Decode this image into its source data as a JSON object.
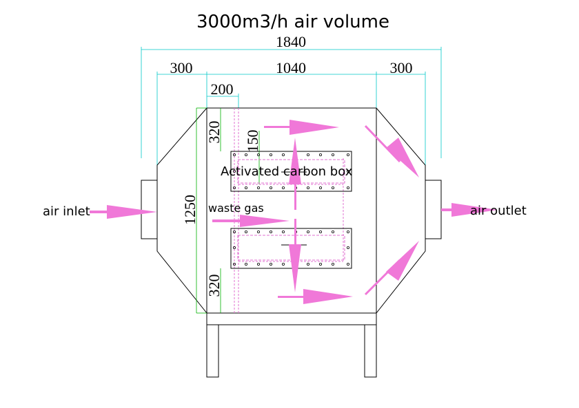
{
  "title": "3000m3/h air volume",
  "dimensions": {
    "overall_width": "1840",
    "left_section": "300",
    "middle_section": "1040",
    "right_section": "300",
    "offset": "200",
    "height": "1250",
    "top_box_offset": "320",
    "box_gap": "150",
    "bottom_box_offset": "320"
  },
  "labels": {
    "air_inlet": "air inlet",
    "air_outlet": "air outlet",
    "waste_gas": "waste gas",
    "carbon_box": "Activated carbon box"
  },
  "colors": {
    "arrow": "#f078d8",
    "dimension_line": "#00c8c8",
    "green_line": "#00b000",
    "outline": "#000000"
  }
}
